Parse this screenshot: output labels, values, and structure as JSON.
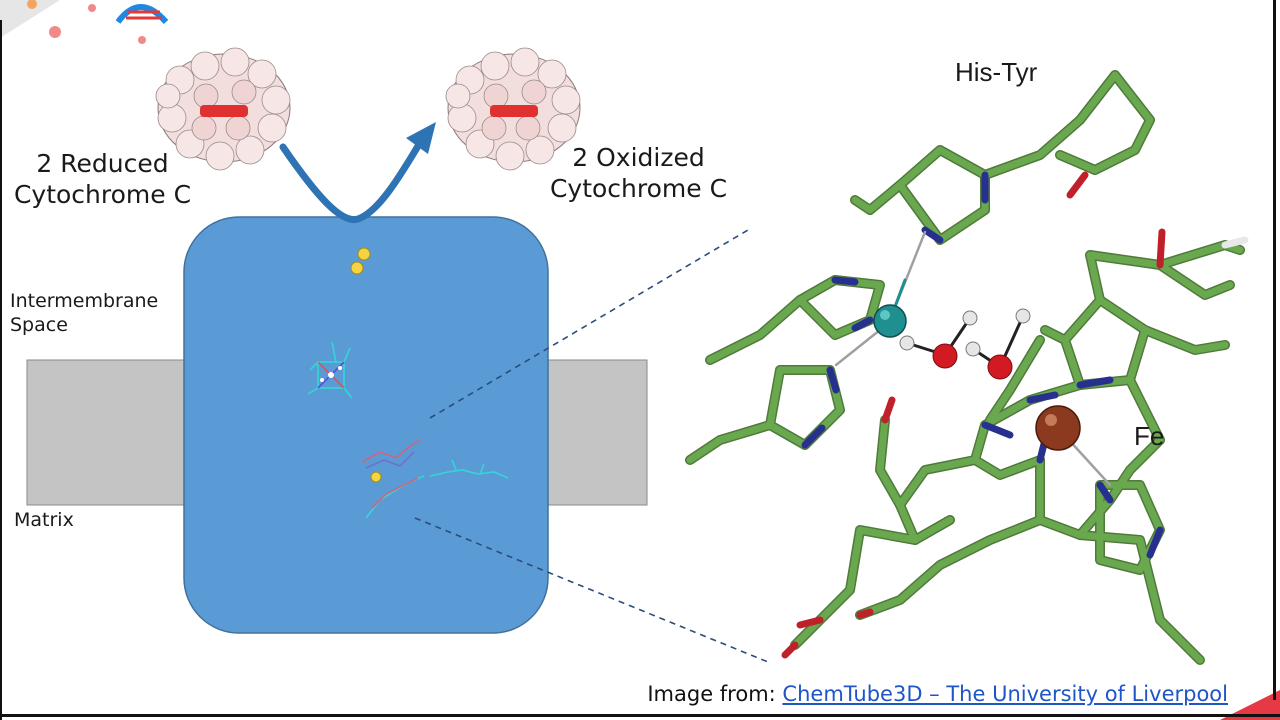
{
  "labels": {
    "reduced_line1": "2 Reduced",
    "reduced_line2": "Cytochrome C",
    "oxidized_line1": "2 Oxidized",
    "oxidized_line2": "Cytochrome C",
    "intermembrane_line1": "Intermembrane",
    "intermembrane_line2": "Space",
    "matrix": "Matrix",
    "his_tyr": "His-Tyr",
    "fe": "Fe"
  },
  "credit": {
    "prefix": "Image from: ",
    "link_text": "ChemTube3D – The University of Liverpool"
  },
  "colors": {
    "complex_blue": "#5b9bd5",
    "membrane_gray": "#c4c4c4",
    "arrow_blue": "#2e74b5",
    "carbon_green": "#6aa84f",
    "nitrogen_blue": "#28308f",
    "oxygen_red": "#c0202a",
    "copper_teal": "#1f8f8f",
    "iron_brown": "#8b3a1f",
    "protein_pink": "#f3dede",
    "heme_red": "#e03030"
  }
}
